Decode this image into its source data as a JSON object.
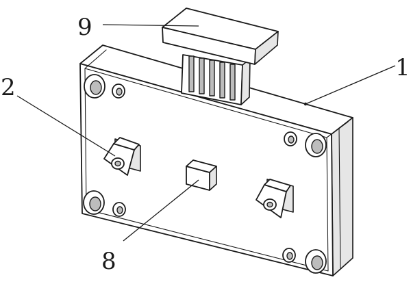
{
  "callouts": [
    {
      "id": "1",
      "label": "1"
    },
    {
      "id": "2",
      "label": "2"
    },
    {
      "id": "8",
      "label": "8"
    },
    {
      "id": "9",
      "label": "9"
    }
  ]
}
